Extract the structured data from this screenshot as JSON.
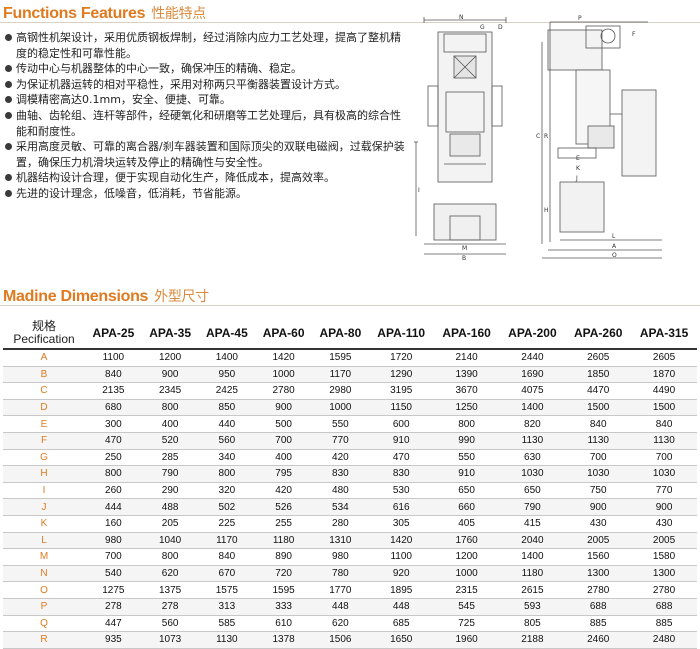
{
  "features_section": {
    "title_en": "Functions Features",
    "title_cn": "性能特点",
    "items": [
      "高钢性机架设计，采用优质钢板焊制，经过消除内应力工艺处理，提高了整机精度的稳定性和可靠性能。",
      "传动中心与机器整体的中心一致，确保冲压的精确、稳定。",
      "为保证机器运转的相对平稳性，采用对称两只平衡器装置设计方式。",
      "调模精密高达0.1mm，安全、便捷、可靠。",
      "曲轴、齿轮组、连杆等部件，经硬氧化和研磨等工艺处理后，具有极高的综合性能和耐度性。",
      "采用高度灵敏、可靠的离合器/刹车器装置和国际顶尖的双联电磁阀，过载保护装置，确保压力机滑块运转及停止的精确性与安全性。",
      "机器结构设计合理，便于实现自动化生产，降低成本，提高效率。",
      "先进的设计理念，低噪音，低消耗，节省能源。"
    ]
  },
  "drawing": {
    "front_labels": [
      "N",
      "G",
      "D",
      "M",
      "B",
      "I"
    ],
    "side_labels": [
      "P",
      "F",
      "R",
      "C",
      "E",
      "K",
      "J",
      "H",
      "L",
      "A",
      "O"
    ]
  },
  "dimensions_section": {
    "title_en": "Madine Dimensions",
    "title_cn": "外型尺寸",
    "spec_header_cn": "规格",
    "spec_header_en": "Pecification",
    "models": [
      "APA-25",
      "APA-35",
      "APA-45",
      "APA-60",
      "APA-80",
      "APA-110",
      "APA-160",
      "APA-200",
      "APA-260",
      "APA-315"
    ],
    "rows": [
      {
        "label": "A",
        "values": [
          "1100",
          "1200",
          "1400",
          "1420",
          "1595",
          "1720",
          "2140",
          "2440",
          "2605",
          "2605"
        ]
      },
      {
        "label": "B",
        "values": [
          "840",
          "900",
          "950",
          "1000",
          "1170",
          "1290",
          "1390",
          "1690",
          "1850",
          "1870"
        ]
      },
      {
        "label": "C",
        "values": [
          "2135",
          "2345",
          "2425",
          "2780",
          "2980",
          "3195",
          "3670",
          "4075",
          "4470",
          "4490"
        ]
      },
      {
        "label": "D",
        "values": [
          "680",
          "800",
          "850",
          "900",
          "1000",
          "1150",
          "1250",
          "1400",
          "1500",
          "1500"
        ]
      },
      {
        "label": "E",
        "values": [
          "300",
          "400",
          "440",
          "500",
          "550",
          "600",
          "800",
          "820",
          "840",
          "840"
        ]
      },
      {
        "label": "F",
        "values": [
          "470",
          "520",
          "560",
          "700",
          "770",
          "910",
          "990",
          "1130",
          "1130",
          "1130"
        ]
      },
      {
        "label": "G",
        "values": [
          "250",
          "285",
          "340",
          "400",
          "420",
          "470",
          "550",
          "630",
          "700",
          "700"
        ]
      },
      {
        "label": "H",
        "values": [
          "800",
          "790",
          "800",
          "795",
          "830",
          "830",
          "910",
          "1030",
          "1030",
          "1030"
        ]
      },
      {
        "label": "I",
        "values": [
          "260",
          "290",
          "320",
          "420",
          "480",
          "530",
          "650",
          "650",
          "750",
          "770"
        ]
      },
      {
        "label": "J",
        "values": [
          "444",
          "488",
          "502",
          "526",
          "534",
          "616",
          "660",
          "790",
          "900",
          "900"
        ]
      },
      {
        "label": "K",
        "values": [
          "160",
          "205",
          "225",
          "255",
          "280",
          "305",
          "405",
          "415",
          "430",
          "430"
        ]
      },
      {
        "label": "L",
        "values": [
          "980",
          "1040",
          "1170",
          "1180",
          "1310",
          "1420",
          "1760",
          "2040",
          "2005",
          "2005"
        ]
      },
      {
        "label": "M",
        "values": [
          "700",
          "800",
          "840",
          "890",
          "980",
          "1100",
          "1200",
          "1400",
          "1560",
          "1580"
        ]
      },
      {
        "label": "N",
        "values": [
          "540",
          "620",
          "670",
          "720",
          "780",
          "920",
          "1000",
          "1180",
          "1300",
          "1300"
        ]
      },
      {
        "label": "O",
        "values": [
          "1275",
          "1375",
          "1575",
          "1595",
          "1770",
          "1895",
          "2315",
          "2615",
          "2780",
          "2780"
        ]
      },
      {
        "label": "P",
        "values": [
          "278",
          "278",
          "313",
          "333",
          "448",
          "448",
          "545",
          "593",
          "688",
          "688"
        ]
      },
      {
        "label": "Q",
        "values": [
          "447",
          "560",
          "585",
          "610",
          "620",
          "685",
          "725",
          "805",
          "885",
          "885"
        ]
      },
      {
        "label": "R",
        "values": [
          "935",
          "1073",
          "1130",
          "1378",
          "1506",
          "1650",
          "1960",
          "2188",
          "2460",
          "2480"
        ]
      }
    ]
  }
}
